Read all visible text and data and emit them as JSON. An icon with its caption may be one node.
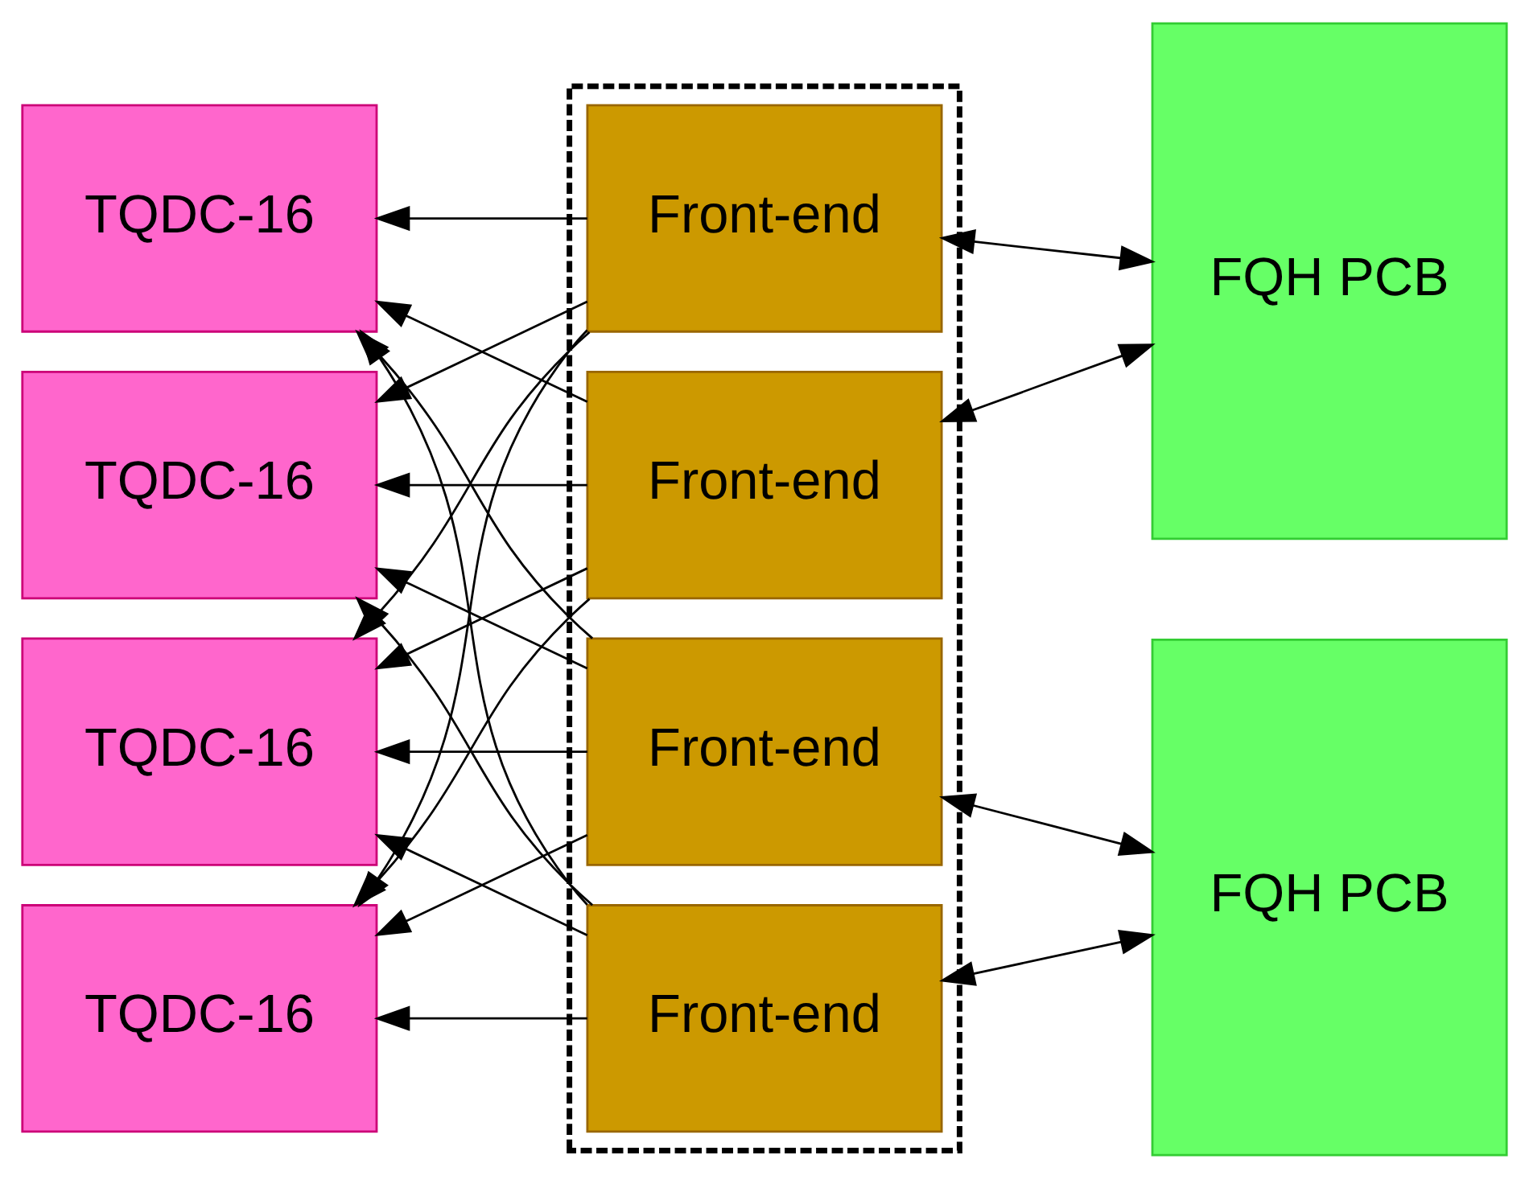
{
  "diagram": {
    "nodes": [
      {
        "text": [
          "TQDC-16"
        ]
      },
      {
        "text": [
          "TQDC-16"
        ]
      },
      {
        "text": [
          "TQDC-16"
        ]
      },
      {
        "text": [
          "TQDC-16"
        ]
      },
      {
        "text": [],
        "shape": "box"
      },
      {
        "text": [
          "Front-end"
        ],
        "in": 4
      },
      {
        "text": [
          "Front-end"
        ],
        "in": 4
      },
      {
        "text": [
          "Front-end"
        ],
        "in": 4
      },
      {
        "text": [
          "Front-end"
        ],
        "in": 4
      },
      {
        "text": [
          "FQH PCB"
        ]
      },
      {
        "text": [
          "FQH PCB"
        ]
      }
    ],
    "edges": [
      {
        "from": 5,
        "to": 0,
        "arrow": "to"
      },
      {
        "from": 5,
        "to": 1,
        "arrow": "to"
      },
      {
        "from": 5,
        "to": 2,
        "arrow": "to"
      },
      {
        "from": 5,
        "to": 3,
        "arrow": "to"
      },
      {
        "from": 6,
        "to": 0,
        "arrow": "to"
      },
      {
        "from": 6,
        "to": 1,
        "arrow": "to"
      },
      {
        "from": 6,
        "to": 2,
        "arrow": "to"
      },
      {
        "from": 6,
        "to": 3,
        "arrow": "to"
      },
      {
        "from": 7,
        "to": 0,
        "arrow": "to"
      },
      {
        "from": 7,
        "to": 1,
        "arrow": "to"
      },
      {
        "from": 7,
        "to": 2,
        "arrow": "to"
      },
      {
        "from": 7,
        "to": 3,
        "arrow": "to"
      },
      {
        "from": 8,
        "to": 0,
        "arrow": "to"
      },
      {
        "from": 8,
        "to": 1,
        "arrow": "to"
      },
      {
        "from": 8,
        "to": 2,
        "arrow": "to"
      },
      {
        "from": 8,
        "to": 3,
        "arrow": "to"
      },
      {
        "from": 5,
        "to": 9,
        "arrow": "both"
      },
      {
        "from": 6,
        "to": 9,
        "arrow": "both"
      },
      {
        "from": 7,
        "to": 10,
        "arrow": "both"
      },
      {
        "from": 8,
        "to": 10,
        "arrow": "both"
      }
    ]
  }
}
